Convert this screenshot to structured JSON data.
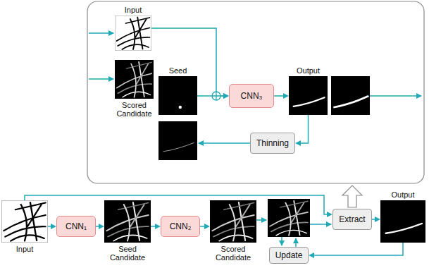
{
  "diagram": {
    "nodes": [
      {
        "text": [
          "Input"
        ]
      },
      {
        "text": [
          "Scored Candidate"
        ]
      },
      {
        "text": [
          "Seed"
        ]
      },
      {
        "text": [
          "CNN₃"
        ]
      },
      {
        "text": [
          "Output"
        ]
      },
      {
        "text": [
          "Thinning"
        ]
      },
      {
        "text": [
          "Input"
        ]
      },
      {
        "text": [
          "CNN₁"
        ]
      },
      {
        "text": [
          "Seed Candidate"
        ]
      },
      {
        "text": [
          "CNN₂"
        ]
      },
      {
        "text": [
          "Scored Candidate"
        ]
      },
      {
        "text": [
          "Extract"
        ]
      },
      {
        "text": [
          "Output"
        ]
      },
      {
        "text": [
          "Update"
        ]
      }
    ],
    "edges": [
      {
        "from": 0,
        "to": 3,
        "arrow": "to"
      },
      {
        "from": 2,
        "to": 3,
        "arrow": "to"
      },
      {
        "from": 3,
        "to": 4,
        "arrow": "to"
      },
      {
        "from": 4,
        "to": 5,
        "arrow": "to"
      },
      {
        "from": 6,
        "to": 7,
        "arrow": "to"
      },
      {
        "from": 7,
        "to": 8,
        "arrow": "to"
      },
      {
        "from": 8,
        "to": 9,
        "arrow": "to"
      },
      {
        "from": 9,
        "to": 10,
        "arrow": "to"
      },
      {
        "from": 6,
        "to": 11,
        "arrow": "to"
      },
      {
        "from": 11,
        "to": 12,
        "arrow": "to"
      },
      {
        "from": 12,
        "to": 13,
        "arrow": "to"
      }
    ]
  }
}
